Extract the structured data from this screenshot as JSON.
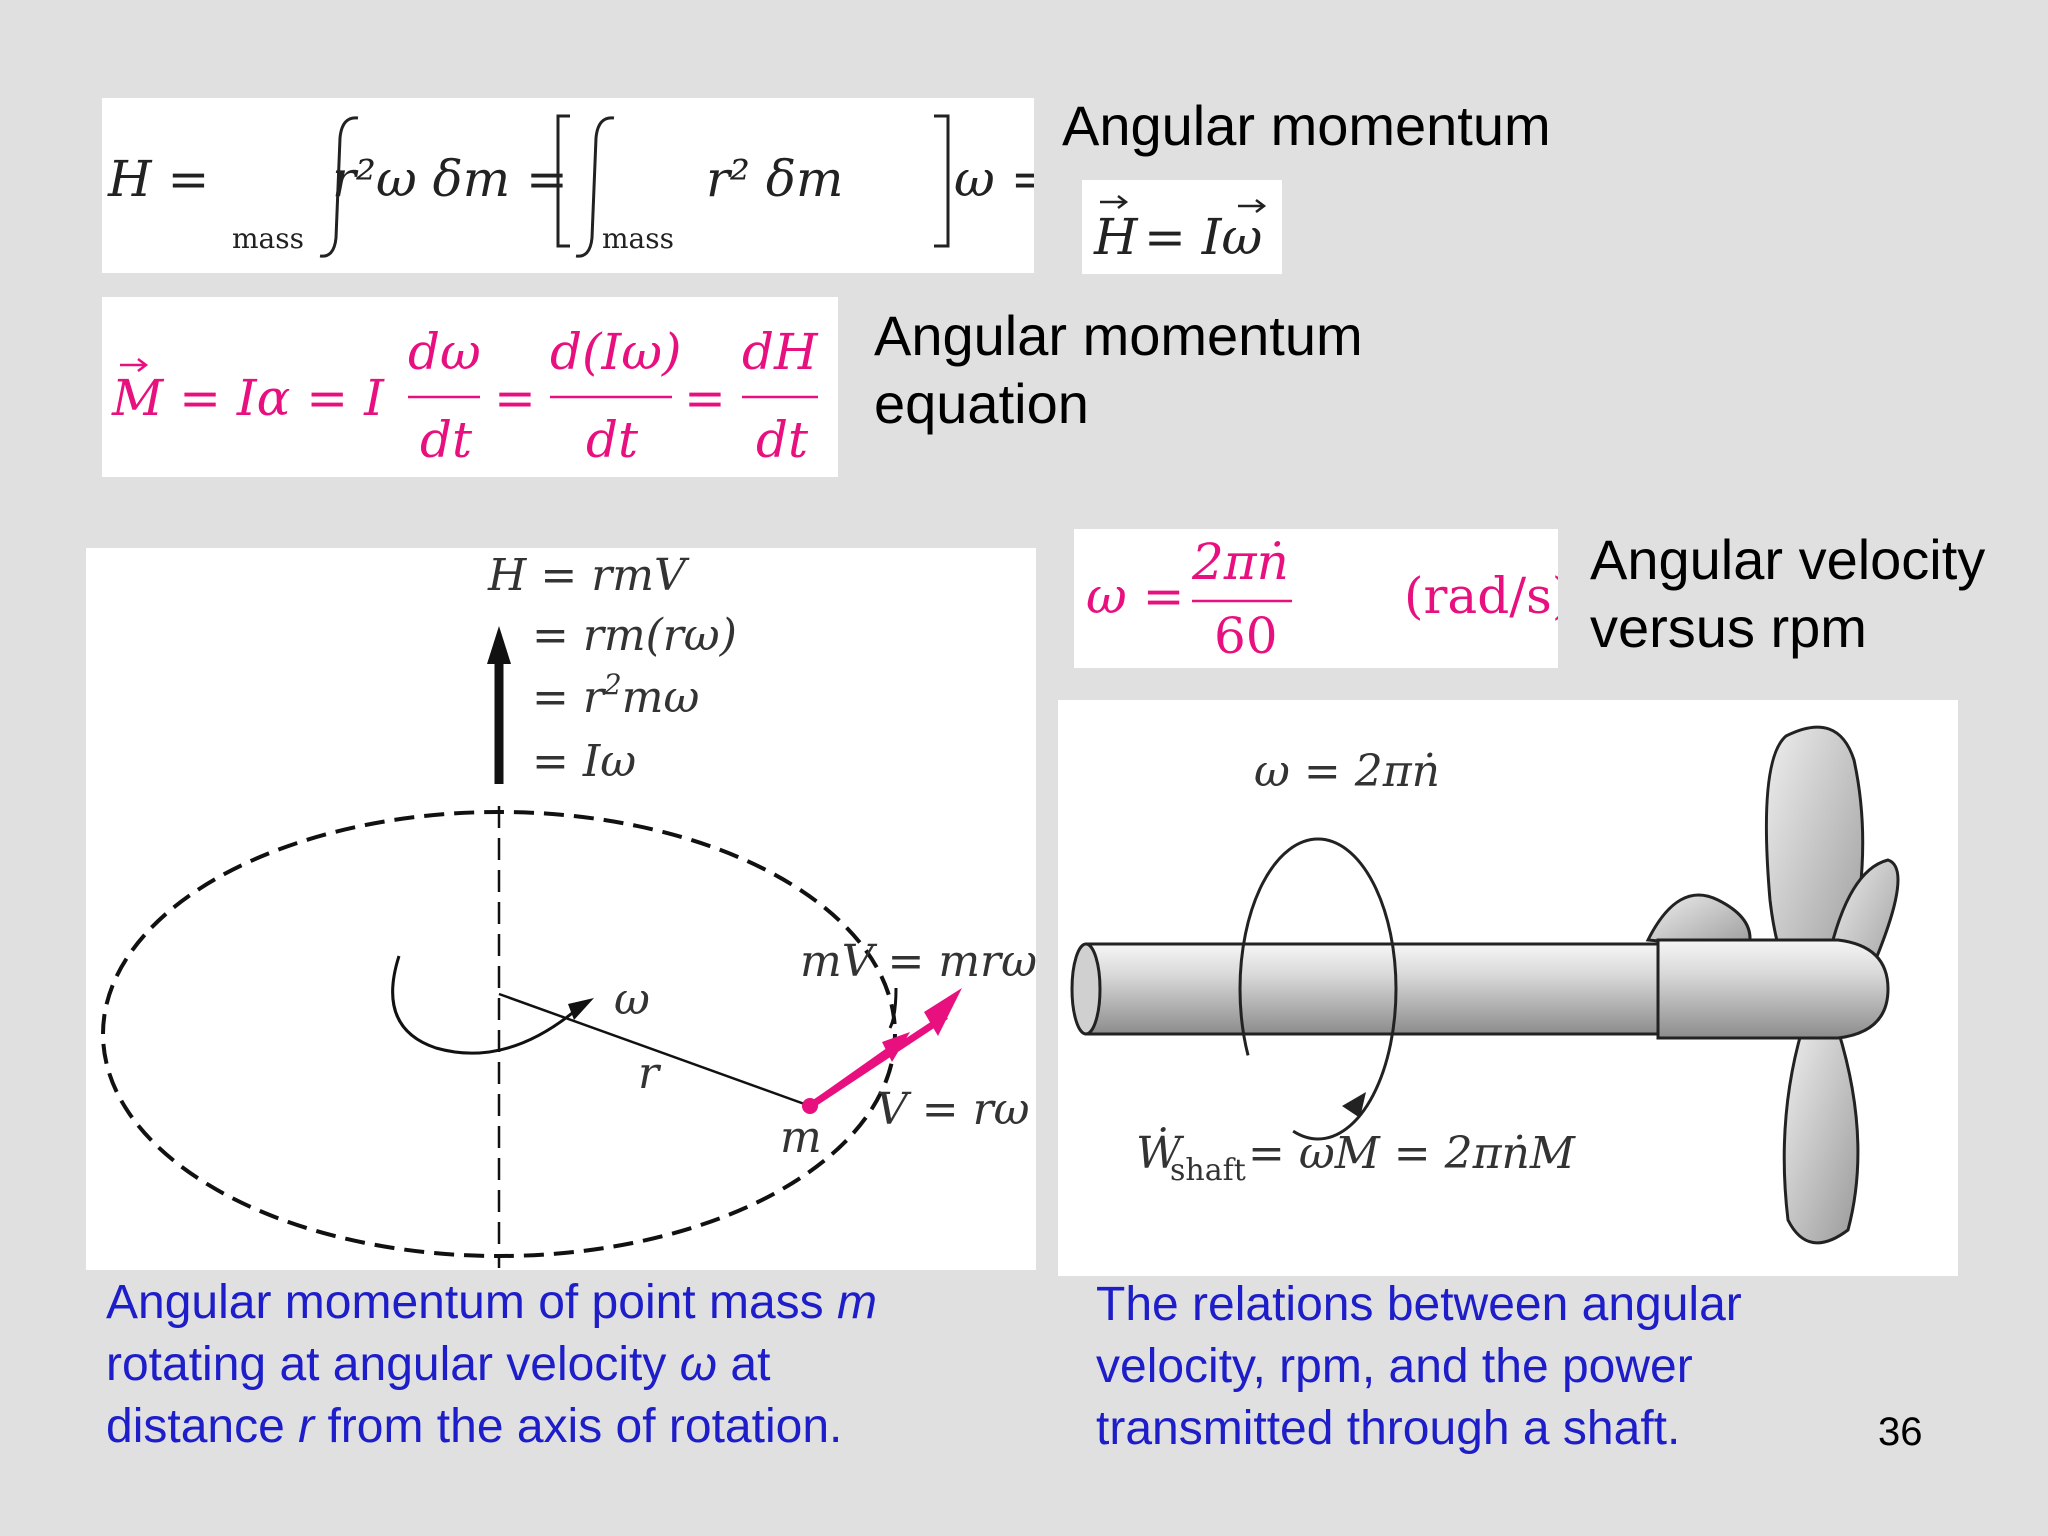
{
  "labels": {
    "angular_momentum": "Angular momentum",
    "angular_momentum_equation_line1": "Angular momentum",
    "angular_momentum_equation_line2": "equation",
    "angular_velocity_line1": "Angular velocity",
    "angular_velocity_line2": "versus rpm"
  },
  "equations": {
    "H_lhs": "H =",
    "H_term1": "r²ω δm =",
    "H_term2": "r² δm",
    "H_rhs": "ω = Iω",
    "mass_sub": "mass",
    "H_vec": "H",
    "H_vec_rhs": "= Iω",
    "M_vec_lhs": "M = Iα = I",
    "frac1_num": "dω",
    "frac2_num": "d(Iω)",
    "frac3_num": "dH",
    "dt": "dt",
    "eq_sign": "=",
    "omega_lhs": "ω =",
    "omega_num": "2πṅ",
    "omega_den": "60",
    "omega_unit": "(rad/s)"
  },
  "figure_left": {
    "h1": "H = rmV",
    "h2": "= rm(rω)",
    "h3a": "= r",
    "h3sup": "2",
    "h3b": "mω",
    "h4": "= Iω",
    "omega": "ω",
    "r": "r",
    "m": "m",
    "mV": "mV = mrω",
    "V": "V = rω"
  },
  "figure_right": {
    "omega_eq": "ω = 2πṅ",
    "W": "Ẇ",
    "shaft": "shaft",
    "power_rhs": "= ωM = 2πṅM"
  },
  "captions": {
    "left_1a": "Angular momentum of point mass ",
    "left_1b": "m",
    "left_2a": "rotating at angular velocity ",
    "left_2b": "ω",
    "left_2c": " at",
    "left_3a": "distance ",
    "left_3b": "r",
    "left_3c": " from the axis of rotation.",
    "right_1": "The relations between angular",
    "right_2": "velocity, rpm, and the power",
    "right_3": "transmitted through a shaft."
  },
  "page_number": "36",
  "colors": {
    "background": "#e0e0e0",
    "caption": "#1d1dc9",
    "magenta": "#e8107f"
  }
}
